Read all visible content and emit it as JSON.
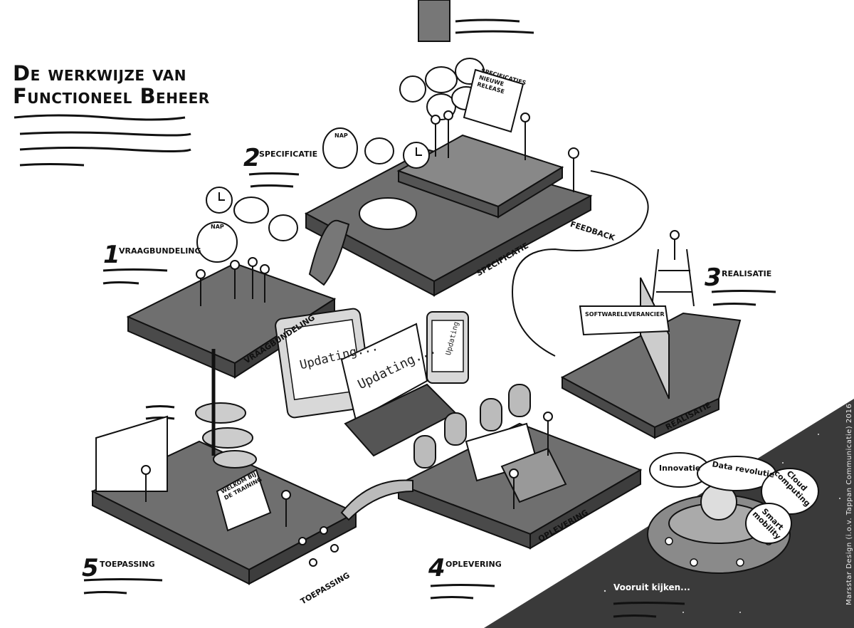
{
  "title": {
    "line1": "De werkwijze van",
    "line2": "Functioneel Beheer"
  },
  "steps": [
    {
      "number": "1",
      "label": "Vraagbundeling"
    },
    {
      "number": "2",
      "label": "Specificatie"
    },
    {
      "number": "3",
      "label": "Realisatie"
    },
    {
      "number": "4",
      "label": "Oplevering"
    },
    {
      "number": "5",
      "label": "Toepassing"
    }
  ],
  "platforms": {
    "vraagbundeling": "Vraagbundeling",
    "specificatie": "Specificatie",
    "feedback": "Feedback",
    "realisatie": "Realisatie",
    "oplevering": "Oplevering",
    "toepassing": "Toepassing"
  },
  "signs": {
    "nap1": "NAP",
    "nap2": "NAP",
    "specificaties": "Specificaties nieuwe release",
    "softwareleverancier": "Softwareleverancier",
    "welkom": "Welkom bij de training"
  },
  "devices": {
    "tablet": "Updating...",
    "laptop": "Updating...",
    "phone": "Updating"
  },
  "future": {
    "label": "Vooruit kijken...",
    "innovatie": "Innovatie",
    "data_revolutie": "Data revolutie",
    "cloud_computing": "Cloud computing",
    "smart_mobility": "Smart mobility"
  },
  "credit": "Marsstar Design (i.o.v. Tappan Communicatie) 2016"
}
